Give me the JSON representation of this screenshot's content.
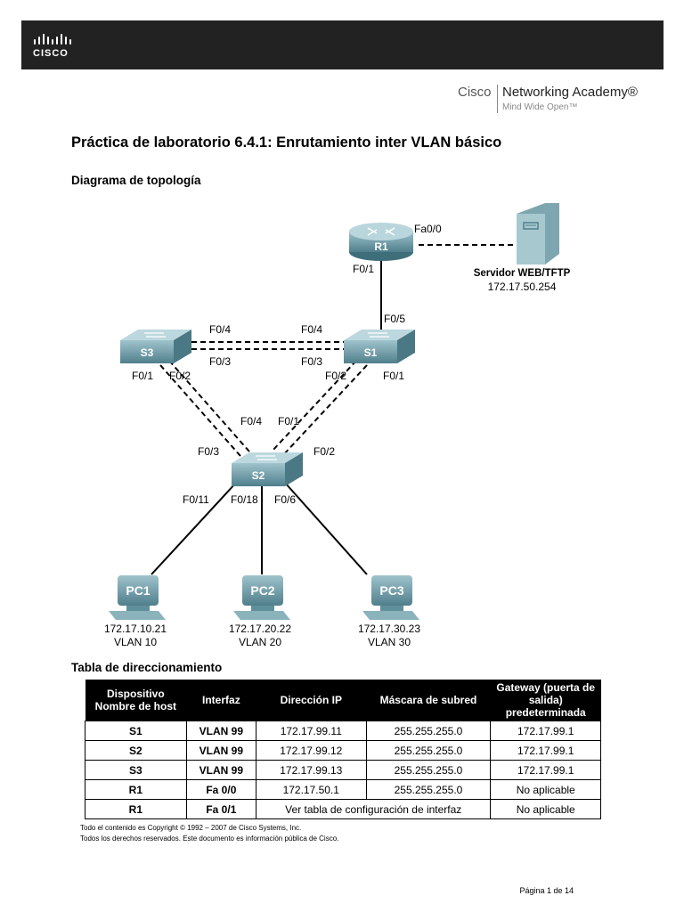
{
  "header": {
    "brand_word": "CISCO",
    "academy_cisco": "Cisco",
    "academy_name": "Networking Academy®",
    "academy_tagline": "Mind Wide Open™"
  },
  "title": "Práctica de laboratorio 6.4.1: Enrutamiento inter VLAN básico",
  "topology": {
    "heading": "Diagrama de topología",
    "devices": {
      "r1": "R1",
      "s1": "S1",
      "s2": "S2",
      "s3": "S3",
      "server_label": "Servidor WEB/TFTP",
      "server_ip": "172.17.50.254",
      "pc1": "PC1",
      "pc1_ip": "172.17.10.21",
      "pc1_vlan": "VLAN 10",
      "pc2": "PC2",
      "pc2_ip": "172.17.20.22",
      "pc2_vlan": "VLAN 20",
      "pc3": "PC3",
      "pc3_ip": "172.17.30.23",
      "pc3_vlan": "VLAN 30"
    },
    "ports": {
      "r1_fa00": "Fa0/0",
      "r1_f01": "F0/1",
      "s1_f05": "F0/5",
      "s3_f04": "F0/4",
      "s1_f04": "F0/4",
      "s3_f03": "F0/3",
      "s1_f03": "F0/3",
      "s3_f01": "F0/1",
      "s3_f02": "F0/2",
      "s1_f02": "F0/2",
      "s1_f01": "F0/1",
      "s2_f04": "F0/4",
      "s2_f01": "F0/1",
      "s2_f03": "F0/3",
      "s2_f02": "F0/2",
      "s2_f011": "F0/11",
      "s2_f018": "F0/18",
      "s2_f06": "F0/6"
    }
  },
  "addressing": {
    "heading": "Tabla de direccionamiento",
    "headers": [
      "Dispositivo Nombre de host",
      "Interfaz",
      "Dirección IP",
      "Máscara de subred",
      "Gateway (puerta de salida) predeterminada"
    ],
    "rows": [
      [
        "S1",
        "VLAN 99",
        "172.17.99.11",
        "255.255.255.0",
        "172.17.99.1"
      ],
      [
        "S2",
        "VLAN 99",
        "172.17.99.12",
        "255.255.255.0",
        "172.17.99.1"
      ],
      [
        "S3",
        "VLAN 99",
        "172.17.99.13",
        "255.255.255.0",
        "172.17.99.1"
      ],
      [
        "R1",
        "Fa 0/0",
        "172.17.50.1",
        "255.255.255.0",
        "No aplicable"
      ]
    ],
    "last_row": {
      "device": "R1",
      "iface": "Fa 0/1",
      "note": "Ver tabla de configuración de interfaz",
      "gateway": "No aplicable"
    }
  },
  "footer": {
    "copyright": "Todo el contenido es Copyright © 1992 – 2007 de Cisco Systems, Inc.",
    "rights": "Todos los derechos reservados. Este documento es información pública de Cisco.",
    "page": "Página 1 de 14"
  }
}
